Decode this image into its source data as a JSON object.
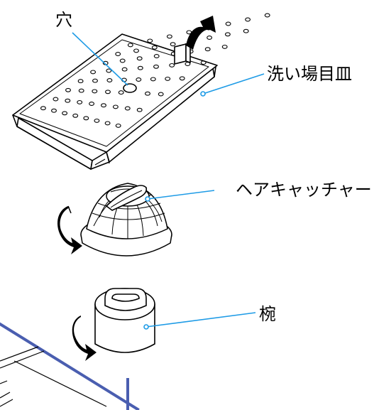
{
  "labels": {
    "hole": "穴",
    "plate": "洗い場目皿",
    "hair_catcher": "ヘアキャッチャー",
    "bowl": "椀"
  },
  "colors": {
    "leader_line": "#1e9be6",
    "drain_outline": "#4a5eb0",
    "drawing_stroke": "#000000",
    "arrow_fill": "#000000"
  },
  "icons": {
    "removal_arrow": "curved-up-arrow-icon",
    "rotate_arrow": "curved-rotate-arrow-icon"
  }
}
